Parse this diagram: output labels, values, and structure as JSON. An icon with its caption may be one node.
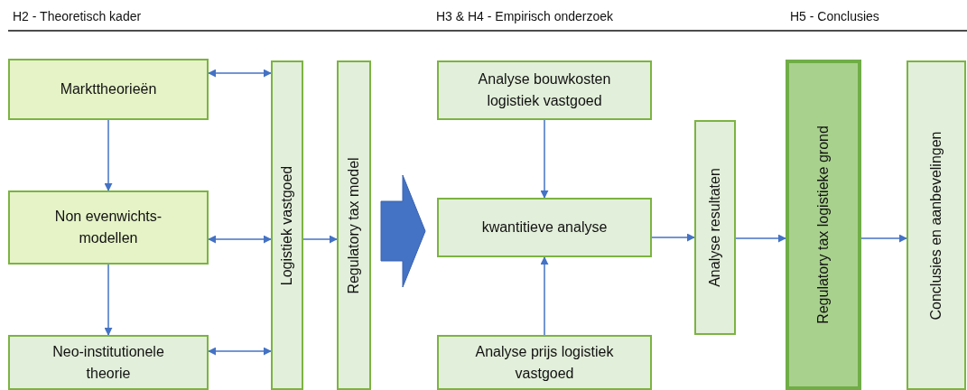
{
  "diagram": {
    "nodes": [
      {
        "text": [
          "Markttheorieën"
        ]
      },
      {
        "text": [
          "Non evenwichts- modellen"
        ]
      },
      {
        "text": [
          "Neo-institutionele theorie"
        ]
      },
      {
        "text": [
          "Logistiek vastgoed"
        ]
      },
      {
        "text": [
          "Regulatory tax model"
        ]
      },
      {
        "text": [
          "Analyse bouwkosten logistiek vastgoed"
        ]
      },
      {
        "text": [
          "kwantitieve analyse"
        ]
      },
      {
        "text": [
          "Analyse prijs logistiek vastgoed"
        ]
      },
      {
        "text": [
          "Analyse resultaten"
        ]
      },
      {
        "text": [
          "Regulatory tax logistieke grond"
        ]
      },
      {
        "text": [
          "Conclusies en aanbevelingen"
        ]
      }
    ],
    "edges": [
      {
        "from": 0,
        "to": 3,
        "arrow": "both"
      },
      {
        "from": 1,
        "to": 3,
        "arrow": "both"
      },
      {
        "from": 2,
        "to": 3,
        "arrow": "both"
      },
      {
        "from": 0,
        "to": 1,
        "arrow": "to"
      },
      {
        "from": 1,
        "to": 2,
        "arrow": "to"
      },
      {
        "from": 3,
        "to": 4,
        "arrow": "to"
      },
      {
        "from": 4,
        "to": 6,
        "arrow": "to",
        "style": "thick"
      },
      {
        "from": 5,
        "to": 6,
        "arrow": "to"
      },
      {
        "from": 7,
        "to": 6,
        "arrow": "to"
      },
      {
        "from": 6,
        "to": 8,
        "arrow": "to"
      },
      {
        "from": 8,
        "to": 9,
        "arrow": "to"
      },
      {
        "from": 9,
        "to": 10,
        "arrow": "to"
      }
    ],
    "labels": [
      "H2 - Theoretisch kader",
      "H3 & H4 - Empirisch onderzoek",
      "H5 - Conclusies"
    ]
  }
}
